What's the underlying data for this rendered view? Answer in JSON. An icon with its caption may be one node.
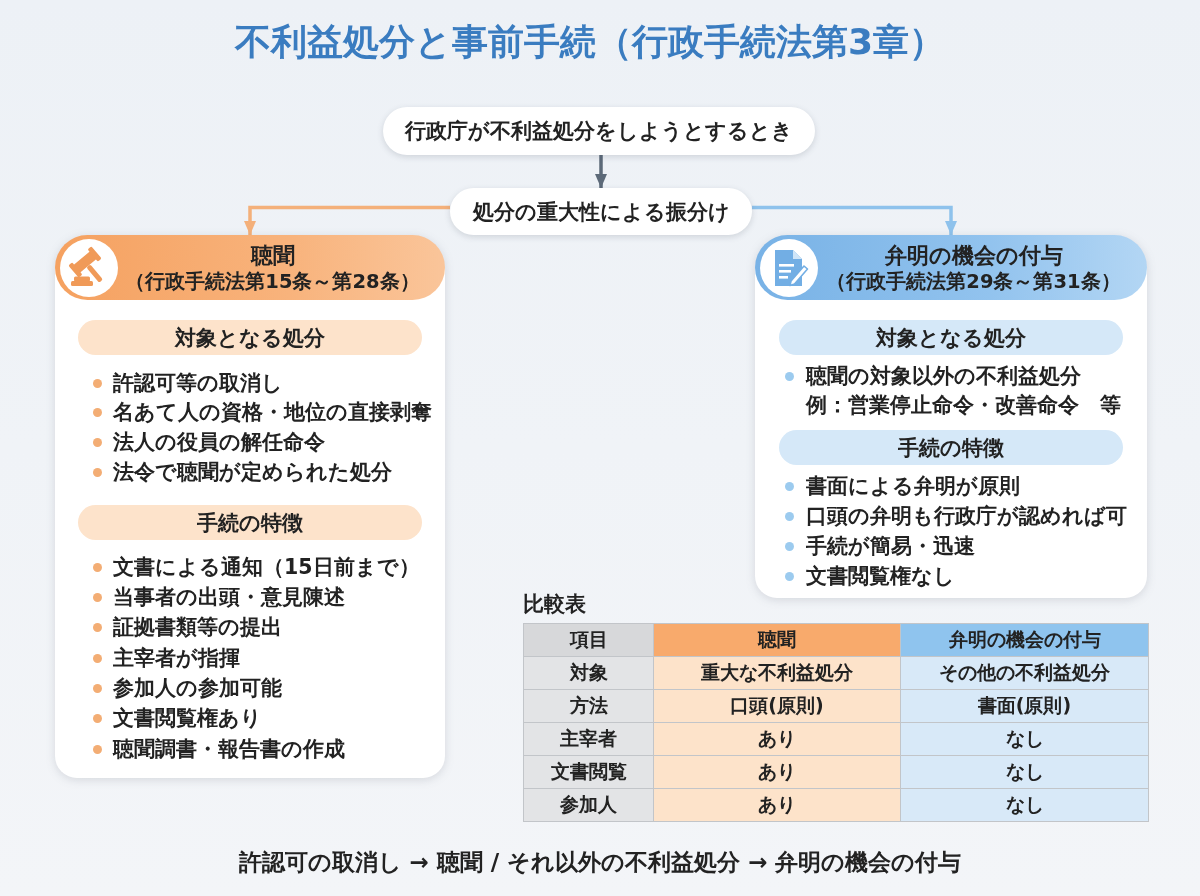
{
  "diagram": {
    "title": "不利益処分と事前手続（行政手続法第3章）",
    "nodes": [
      {
        "text": [
          "行政庁が不利益処分をしようとするとき"
        ]
      },
      {
        "text": [
          "処分の重大性による振分け"
        ]
      },
      {
        "text": [
          "許認可等の取消し",
          "名あて人の資格・地位の直接剥奪",
          "法人の役員の解任命令",
          "法令で聴聞が定められた処分",
          "文書による通知（15日前まで）",
          "当事者の出頭・意見陳述",
          "証拠書類等の提出",
          "主宰者が指揮",
          "参加人の参加可能",
          "文書閲覧権あり",
          "聴聞調書・報告書の作成"
        ]
      },
      {
        "text": [
          "聴聞",
          "（行政手続法第15条～第28条）"
        ],
        "in": 2
      },
      {
        "text": [
          "対象となる処分"
        ],
        "in": 2
      },
      {
        "text": [
          "手続の特徴"
        ],
        "in": 2
      },
      {
        "text": [
          "聴聞の対象以外の不利益処分",
          "例：営業停止命令・改善命令　等",
          "書面による弁明が原則",
          "口頭の弁明も行政庁が認めれば可",
          "手続が簡易・迅速",
          "文書閲覧権なし"
        ]
      },
      {
        "text": [
          "弁明の機会の付与",
          "（行政手続法第29条～第31条）"
        ],
        "in": 6
      },
      {
        "text": [
          "対象となる処分"
        ],
        "in": 6
      },
      {
        "text": [
          "手続の特徴"
        ],
        "in": 6
      }
    ],
    "edges": [
      {
        "from": 0,
        "to": 1,
        "arrow": "to"
      },
      {
        "from": 1,
        "to": 3,
        "arrow": "to",
        "color": "#f4b07a"
      },
      {
        "from": 1,
        "to": 7,
        "arrow": "to",
        "color": "#8ec2ec"
      }
    ],
    "labels": [
      "比較表",
      "項目",
      "聴聞",
      "弁明の機会の付与",
      "対象",
      "重大な不利益処分",
      "その他の不利益処分",
      "方法",
      "口頭(原則)",
      "書面(原則)",
      "主宰者",
      "あり",
      "なし",
      "文書閲覧",
      "あり",
      "なし",
      "参加人",
      "あり",
      "なし"
    ],
    "caption": "許認可の取消し → 聴聞 / それ以外の不利益処分 → 弁明の機会の付与"
  }
}
